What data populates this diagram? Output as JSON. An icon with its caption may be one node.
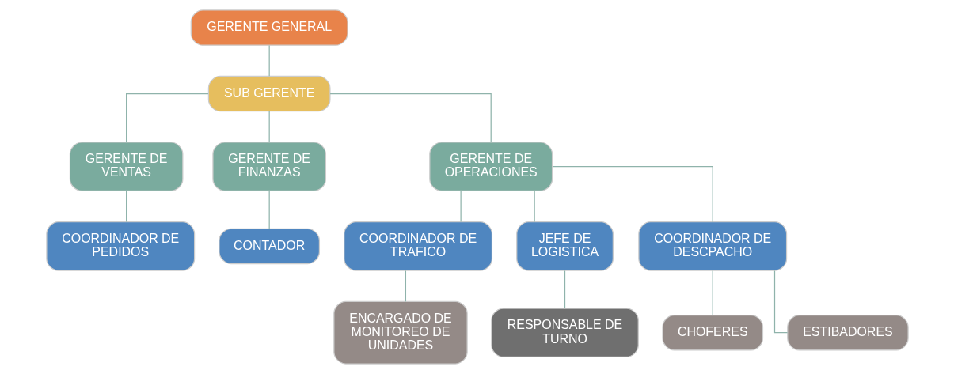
{
  "diagram": {
    "nodes": [
      {
        "text": [
          "GERENTE GENERAL"
        ]
      },
      {
        "text": [
          "SUB GERENTE"
        ]
      },
      {
        "text": [
          "GERENTE DE VENTAS"
        ]
      },
      {
        "text": [
          "GERENTE DE FINANZAS"
        ]
      },
      {
        "text": [
          "GERENTE DE OPERACIONES"
        ]
      },
      {
        "text": [
          "COORDINADOR DE PEDIDOS"
        ]
      },
      {
        "text": [
          "CONTADOR"
        ]
      },
      {
        "text": [
          "COORDINADOR DE TRAFICO"
        ]
      },
      {
        "text": [
          "JEFE DE LOGISTICA"
        ]
      },
      {
        "text": [
          "COORDINADOR DE DESCPACHO"
        ]
      },
      {
        "text": [
          "ENCARGADO DE MONITOREO DE UNIDADES"
        ]
      },
      {
        "text": [
          "RESPONSABLE DE TURNO"
        ]
      },
      {
        "text": [
          "CHOFERES"
        ]
      },
      {
        "text": [
          "ESTIBADORES"
        ]
      }
    ],
    "edges": [
      {
        "from": 0,
        "to": 1,
        "arrow": "none"
      },
      {
        "from": 1,
        "to": 2,
        "arrow": "none"
      },
      {
        "from": 1,
        "to": 3,
        "arrow": "none"
      },
      {
        "from": 1,
        "to": 4,
        "arrow": "none"
      },
      {
        "from": 2,
        "to": 5,
        "arrow": "none"
      },
      {
        "from": 3,
        "to": 6,
        "arrow": "none"
      },
      {
        "from": 4,
        "to": 7,
        "arrow": "none"
      },
      {
        "from": 4,
        "to": 8,
        "arrow": "none"
      },
      {
        "from": 4,
        "to": 9,
        "arrow": "none"
      },
      {
        "from": 7,
        "to": 10,
        "arrow": "none"
      },
      {
        "from": 8,
        "to": 11,
        "arrow": "none"
      },
      {
        "from": 9,
        "to": 12,
        "arrow": "none"
      },
      {
        "from": 9,
        "to": 13,
        "arrow": "none"
      }
    ]
  }
}
